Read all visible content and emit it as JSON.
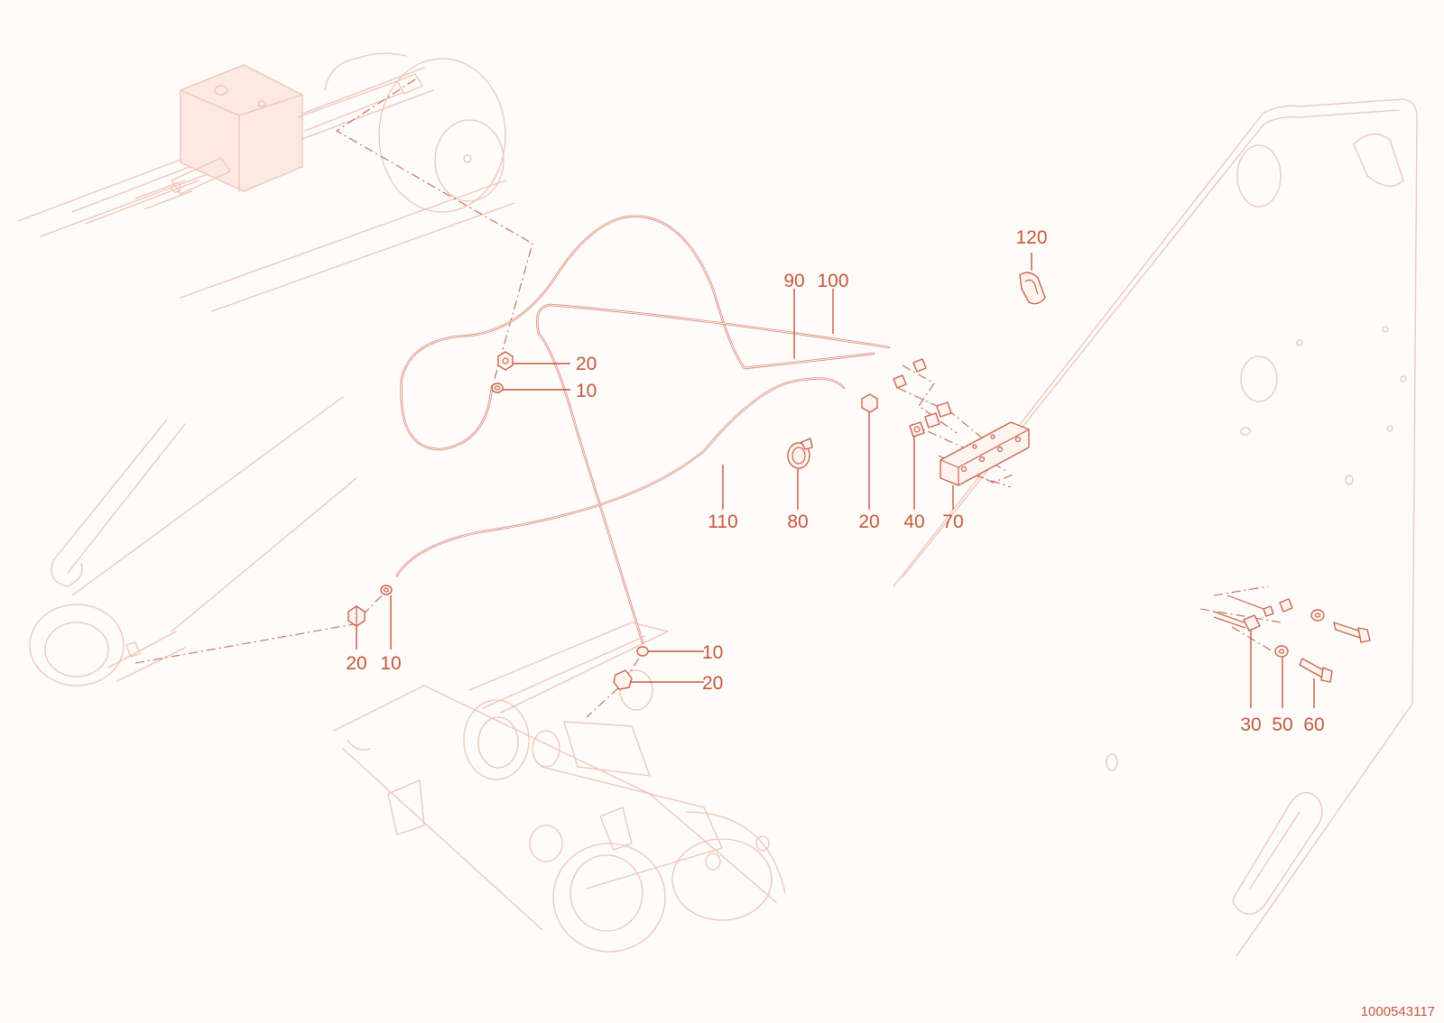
{
  "callouts": [
    {
      "id": "c120",
      "label": "120"
    },
    {
      "id": "c90",
      "label": "90"
    },
    {
      "id": "c100",
      "label": "100"
    },
    {
      "id": "c20a",
      "label": "20"
    },
    {
      "id": "c10a",
      "label": "10"
    },
    {
      "id": "c110",
      "label": "110"
    },
    {
      "id": "c80",
      "label": "80"
    },
    {
      "id": "c20b",
      "label": "20"
    },
    {
      "id": "c40",
      "label": "40"
    },
    {
      "id": "c70",
      "label": "70"
    },
    {
      "id": "c20c",
      "label": "20"
    },
    {
      "id": "c10b",
      "label": "10"
    },
    {
      "id": "c10c",
      "label": "10"
    },
    {
      "id": "c20d",
      "label": "20"
    },
    {
      "id": "c30",
      "label": "30"
    },
    {
      "id": "c50",
      "label": "50"
    },
    {
      "id": "c60",
      "label": "60"
    }
  ],
  "document_number": "1000543117",
  "colors": {
    "line": "#d77a62",
    "text": "#c4583c",
    "background_lines": "#f0c4b6",
    "background": "#fdfcfa"
  }
}
